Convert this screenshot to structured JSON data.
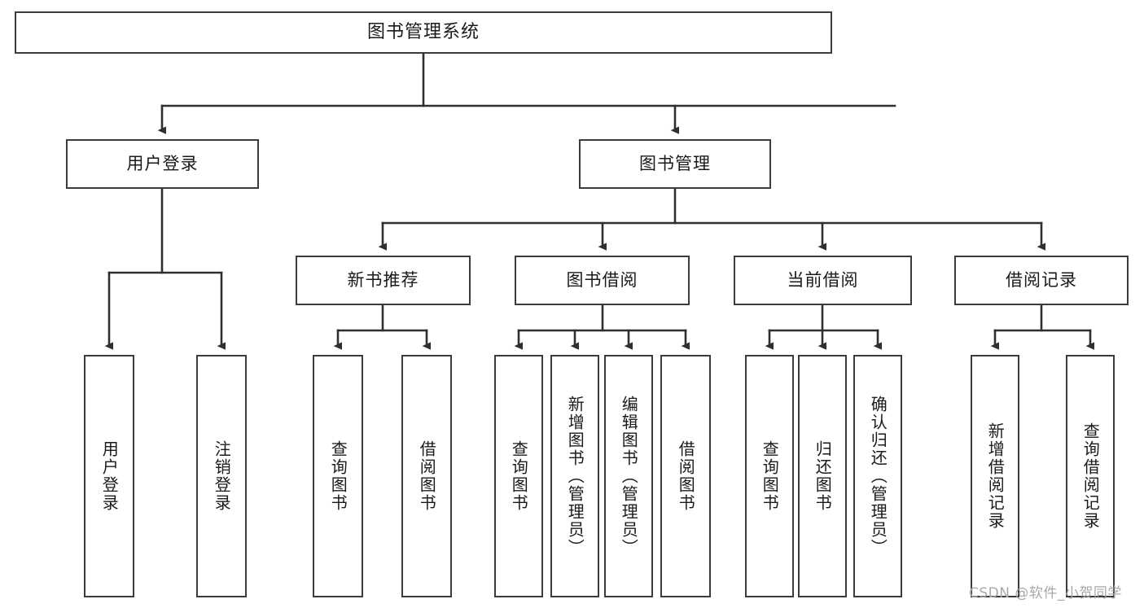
{
  "diagram": {
    "title": "图书管理系统",
    "type": "tree",
    "watermark": "CSDN @软件_小贺同学",
    "colors": {
      "box_border": "#3b3b3b",
      "box_fill": "#ffffff",
      "line": "#2f2f2f",
      "text": "#1a1a1a",
      "watermark": "#a8a8a8"
    },
    "root": {
      "label": "图书管理系统"
    },
    "level2": [
      {
        "label": "用户登录"
      },
      {
        "label": "图书管理"
      }
    ],
    "level3": [
      {
        "label": "新书推荐"
      },
      {
        "label": "图书借阅"
      },
      {
        "label": "当前借阅"
      },
      {
        "label": "借阅记录"
      }
    ],
    "leaves": {
      "user_login": [
        {
          "label": "用户登录"
        },
        {
          "label": "注销登录"
        }
      ],
      "new_book_recommend": [
        {
          "label": "查询图书"
        },
        {
          "label": "借阅图书"
        }
      ],
      "book_borrow": [
        {
          "label": "查询图书"
        },
        {
          "label": "新增图书（管理员）"
        },
        {
          "label": "编辑图书（管理员）"
        },
        {
          "label": "借阅图书"
        }
      ],
      "current_borrow": [
        {
          "label": "查询图书"
        },
        {
          "label": "归还图书"
        },
        {
          "label": "确认归还（管理员）"
        }
      ],
      "borrow_record": [
        {
          "label": "新增借阅记录"
        },
        {
          "label": "查询借阅记录"
        }
      ]
    }
  }
}
